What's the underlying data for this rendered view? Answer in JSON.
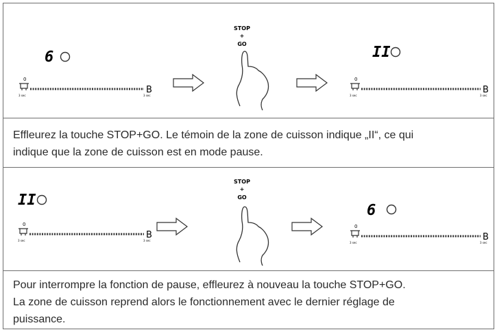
{
  "panel1": {
    "left_display": {
      "level": "6",
      "zero": "0",
      "end": "B",
      "left_sub": "3 sec",
      "right_sub": "3 sec"
    },
    "button": {
      "line1": "STOP",
      "line2": "+",
      "line3": "GO"
    },
    "right_display": {
      "level": "II",
      "zero": "0",
      "end": "B",
      "left_sub": "3 sec",
      "right_sub": "3 sec"
    },
    "caption_line1": "Effleurez la touche STOP+GO. Le témoin de la zone de cuisson indique „II“, ce qui",
    "caption_line2": "indique que la zone de cuisson est en mode pause."
  },
  "panel2": {
    "left_display": {
      "level": "II",
      "zero": "0",
      "end": "B",
      "left_sub": "3 sec",
      "right_sub": "3 sec"
    },
    "button": {
      "line1": "STOP",
      "line2": "+",
      "line3": "GO"
    },
    "right_display": {
      "level": "6",
      "zero": "0",
      "end": "B",
      "left_sub": "3 sec",
      "right_sub": "3 sec"
    },
    "caption_line1": "Pour interrompre la fonction de pause, effleurez à nouveau la touche STOP+GO.",
    "caption_line2": "La zone de cuisson reprend alors le fonctionnement avec le dernier réglage de",
    "caption_line3": "puissance."
  }
}
